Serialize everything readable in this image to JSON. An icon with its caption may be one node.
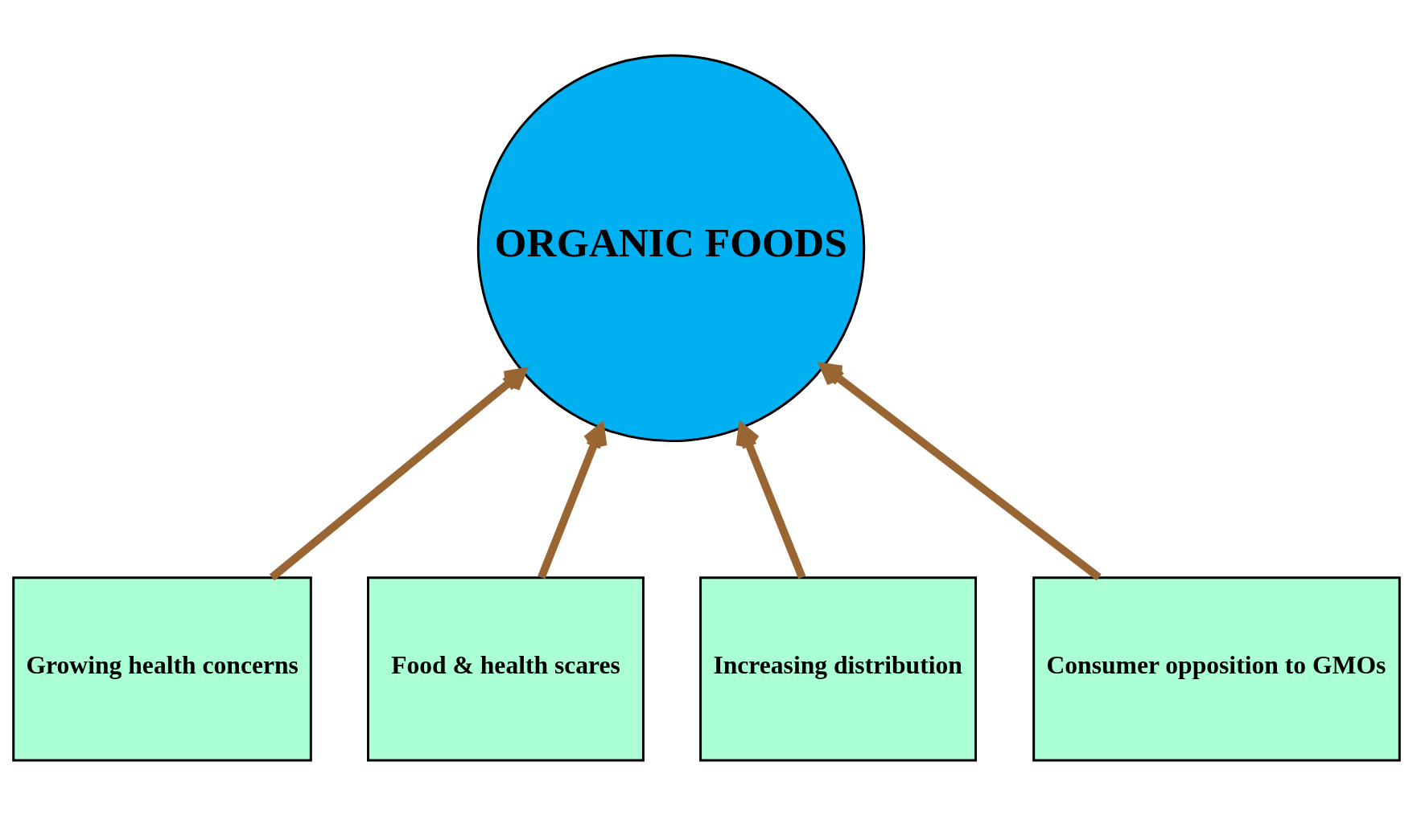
{
  "diagram": {
    "nodes": [
      {
        "text": [
          "ORGANIC FOODS"
        ]
      },
      {
        "text": [
          "Growing health concerns"
        ]
      },
      {
        "text": [
          "Food & health scares"
        ]
      },
      {
        "text": [
          "Increasing distribution"
        ]
      },
      {
        "text": [
          "Consumer opposition to GMOs"
        ]
      }
    ],
    "edges": [
      {
        "from": 1,
        "to": 0,
        "arrow": "to"
      },
      {
        "from": 2,
        "to": 0,
        "arrow": "to"
      },
      {
        "from": 3,
        "to": 0,
        "arrow": "to"
      },
      {
        "from": 4,
        "to": 0,
        "arrow": "to"
      }
    ]
  }
}
